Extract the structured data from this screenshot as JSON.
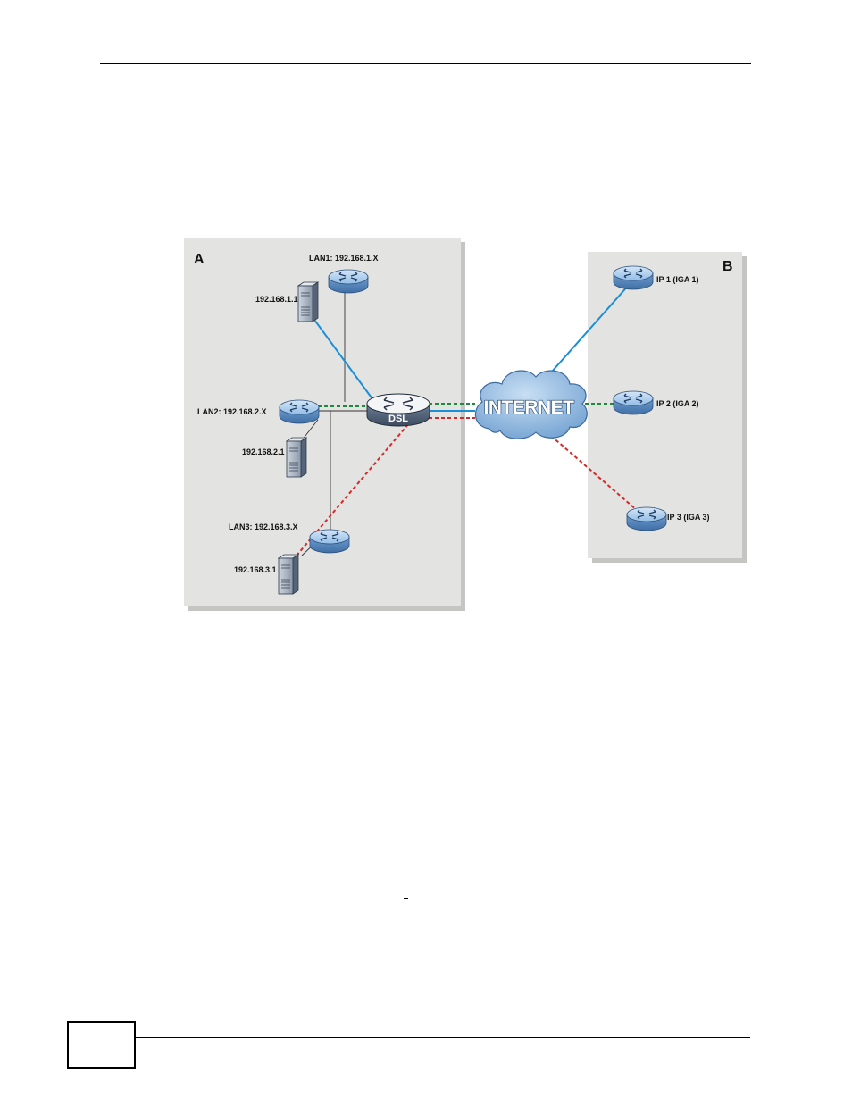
{
  "diagram": {
    "zone_a": {
      "label": "A"
    },
    "zone_b": {
      "label": "B"
    },
    "lan1": {
      "label": "LAN1: 192.168.1.X",
      "server_ip": "192.168.1.1"
    },
    "lan2": {
      "label": "LAN2: 192.168.2.X",
      "server_ip": "192.168.2.1"
    },
    "lan3": {
      "label": "LAN3: 192.168.3.X",
      "server_ip": "192.168.3.1"
    },
    "dsl": {
      "label": "DSL"
    },
    "internet": {
      "label": "INTERNET"
    },
    "remote": [
      {
        "label": "IP 1 (IGA 1)"
      },
      {
        "label": "IP 2 (IGA 2)"
      },
      {
        "label": "IP 3 (IGA 3)"
      }
    ],
    "colors": {
      "blue_link": "#1b8fd6",
      "green_link": "#1e8a3c",
      "red_link": "#d42a2a",
      "zone_fill": "#e3e3e1",
      "zone_shadow": "#c5c5c3",
      "router_blue": "#a8c8ea"
    },
    "icons": [
      "router-icon",
      "server-icon",
      "cloud-icon"
    ]
  }
}
